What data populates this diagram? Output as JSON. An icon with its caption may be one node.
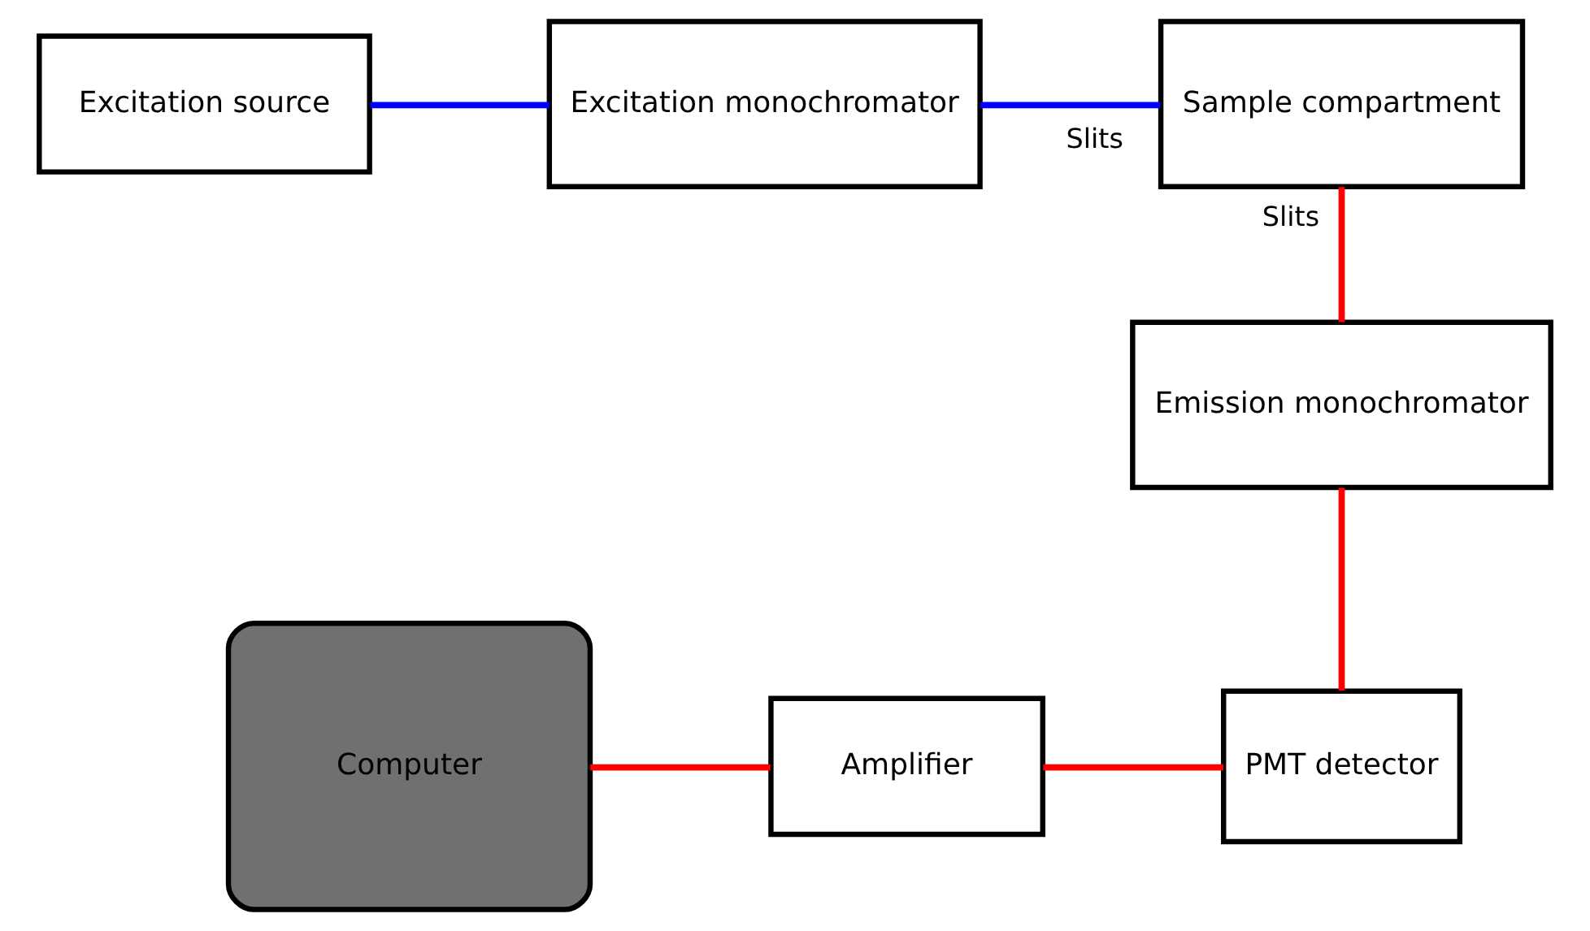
{
  "diagram": {
    "nodes": [
      {
        "text": [
          "Excitation source"
        ]
      },
      {
        "text": [
          "Excitation monochromator"
        ]
      },
      {
        "text": [
          "Sample compartment"
        ]
      },
      {
        "text": [
          "Emission monochromator"
        ]
      },
      {
        "text": [
          "Computer"
        ]
      },
      {
        "text": [
          "Amplifier"
        ]
      },
      {
        "text": [
          "PMT detector"
        ]
      }
    ],
    "edges": [
      {
        "from": 0,
        "to": 1,
        "arrow": "none",
        "color": "#0000ff"
      },
      {
        "from": 1,
        "to": 2,
        "arrow": "none",
        "label": "Slits",
        "color": "#0000ff"
      },
      {
        "from": 2,
        "to": 3,
        "arrow": "none",
        "label": "Slits"
      },
      {
        "from": 3,
        "to": 6,
        "arrow": "none"
      },
      {
        "from": 4,
        "to": 5,
        "arrow": "none"
      },
      {
        "from": 5,
        "to": 6,
        "arrow": "none"
      }
    ]
  }
}
